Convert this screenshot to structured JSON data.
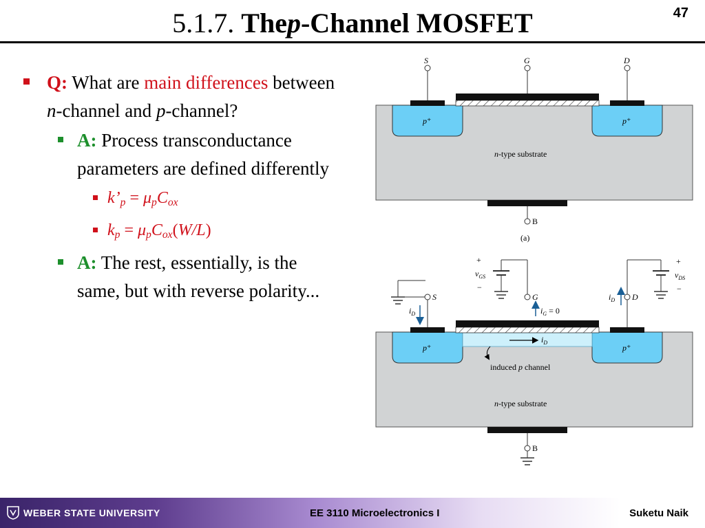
{
  "slide": {
    "title_number": "5.1.7.",
    "title_the": "The",
    "title_p": "p",
    "title_rest": "-Channel MOSFET",
    "page_number": "47"
  },
  "bullets": {
    "q_label": "Q:",
    "q_text_1": "What are",
    "q_highlight": "main differences",
    "q_text_2": "between",
    "q_n": "n",
    "q_text_3": "-channel and",
    "q_p": "p",
    "q_text_4": "-channel?",
    "a1_label": "A:",
    "a1_text": "Process transconductance parameters are defined differently",
    "f1_k": "k’",
    "f1_sub_p": "p",
    "f1_eq": "=",
    "f1_mu": "μ",
    "f1_mu_sub": "p",
    "f1_c": "C",
    "f1_c_sub": "ox",
    "f2_k": "k",
    "f2_sub_p": "p",
    "f2_eq": "=",
    "f2_mu": "μ",
    "f2_mu_sub": "p",
    "f2_c": "C",
    "f2_c_sub": "ox",
    "f2_open": "(",
    "f2_wl": "W/L",
    "f2_close": ")",
    "a2_label": "A:",
    "a2_text": "The rest, essentially, is the same, but with reverse polarity..."
  },
  "diagram": {
    "s": "S",
    "g": "G",
    "d": "D",
    "pplus": "p⁺",
    "substrate_n": "n",
    "substrate_text": "-type substrate",
    "b": "B",
    "caption_a": "(a)",
    "plus": "+",
    "minus": "−",
    "vgs_v": "v",
    "vgs_sub": "GS",
    "vds_v": "v",
    "vds_sub": "DS",
    "id_i": "i",
    "id_sub": "D",
    "ig_label": "i",
    "ig_sub": "G",
    "ig_value": " = 0",
    "induced_text_1": "induced",
    "induced_p": "p",
    "induced_text_2": "channel"
  },
  "footer": {
    "university": "WEBER STATE UNIVERSITY",
    "course": "EE 3110 Microelectronics I",
    "author": "Suketu Naik"
  },
  "colors": {
    "accent_red": "#d0101a",
    "accent_green": "#1d8f2c",
    "substrate_gray": "#d1d3d4",
    "pplus_blue": "#6ccff6",
    "channel_blue": "#cdf0fb",
    "footer_purple": "#3a2469"
  }
}
